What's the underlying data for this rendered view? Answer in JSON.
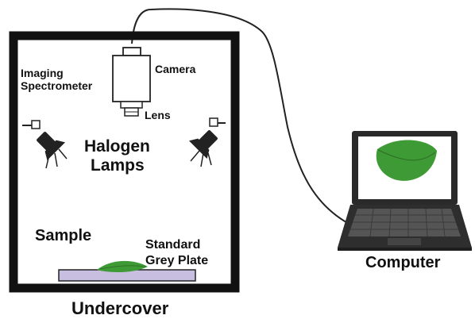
{
  "labels": {
    "imaging_line1": "Imaging",
    "imaging_line2": "Spectrometer",
    "camera": "Camera",
    "lens": "Lens",
    "halogen_line1": "Halogen",
    "halogen_line2": "Lamps",
    "sample": "Sample",
    "grey_line1": "Standard",
    "grey_line2": "Grey Plate",
    "computer": "Computer",
    "undercover": "Undercover"
  },
  "colors": {
    "frame": "#111111",
    "leaf": "#3e9a35",
    "leaf_vein": "#2b6e24",
    "grey_plate": "#c8bfe0",
    "laptop_body": "#2a2a2a",
    "keyboard": "#555555"
  },
  "icons": [
    "camera-icon",
    "lens-icon",
    "halogen-lamp-icon",
    "leaf-icon",
    "laptop-icon",
    "cable"
  ]
}
